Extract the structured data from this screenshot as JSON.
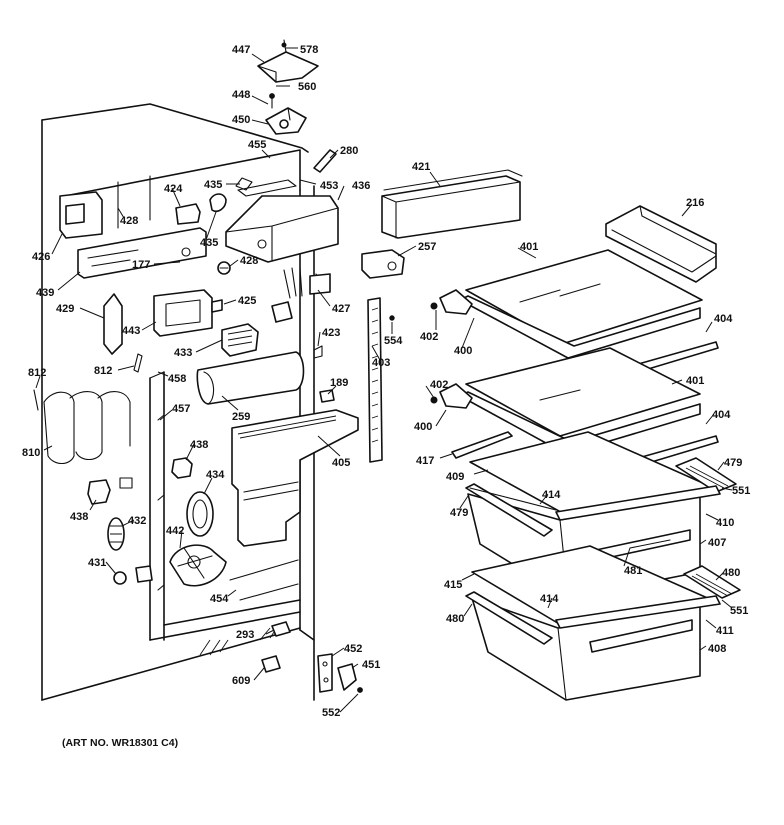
{
  "art_number": "(ART NO. WR18301 C4)",
  "callouts": {
    "c447": "447",
    "c578": "578",
    "c448": "448",
    "c560": "560",
    "c450": "450",
    "c455": "455",
    "c280": "280",
    "c421": "421",
    "c453": "453",
    "c436": "436",
    "c435a": "435",
    "c424": "424",
    "c428a": "428",
    "c426": "426",
    "c435b": "435",
    "c216": "216",
    "c257": "257",
    "c177": "177",
    "c428b": "428",
    "c401a": "401",
    "c439": "439",
    "c425": "425",
    "c427": "427",
    "c429": "429",
    "c443": "443",
    "c423": "423",
    "c554": "554",
    "c402a": "402",
    "c404a": "404",
    "c433": "433",
    "c400a": "400",
    "c403": "403",
    "c812a": "812",
    "c812b": "812",
    "c458": "458",
    "c189": "189",
    "c401b": "401",
    "c402b": "402",
    "c259": "259",
    "c457": "457",
    "c404b": "404",
    "c400b": "400",
    "c810": "810",
    "c438a": "438",
    "c405": "405",
    "c417": "417",
    "c479a": "479",
    "c409": "409",
    "c434": "434",
    "c551a": "551",
    "c414a": "414",
    "c438b": "438",
    "c479b": "479",
    "c410": "410",
    "c432": "432",
    "c442": "442",
    "c407": "407",
    "c431": "431",
    "c481": "481",
    "c480a": "480",
    "c415": "415",
    "c454": "454",
    "c414b": "414",
    "c551b": "551",
    "c480b": "480",
    "c411": "411",
    "c293": "293",
    "c452": "452",
    "c408": "408",
    "c451": "451",
    "c609": "609",
    "c552": "552"
  }
}
